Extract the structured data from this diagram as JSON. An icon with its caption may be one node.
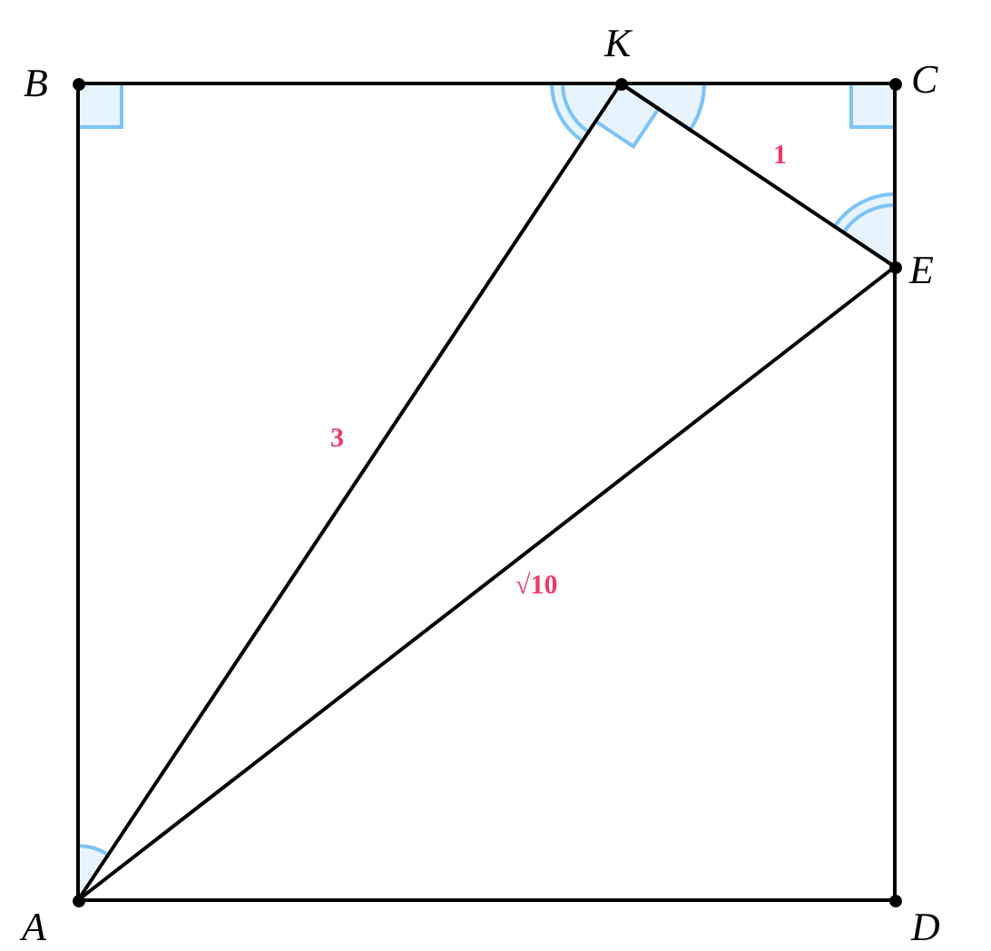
{
  "diagram": {
    "nodes": [
      {
        "text": [
          "B"
        ]
      },
      {
        "text": [
          "K"
        ]
      },
      {
        "text": [
          "C"
        ]
      },
      {
        "text": [
          "E"
        ]
      },
      {
        "text": [
          "A"
        ]
      },
      {
        "text": [
          "D"
        ]
      }
    ],
    "edges": [
      {
        "from": 0,
        "to": 1,
        "arrow": "none"
      },
      {
        "from": 1,
        "to": 2,
        "arrow": "none"
      },
      {
        "from": 2,
        "to": 3,
        "arrow": "none"
      },
      {
        "from": 3,
        "to": 5,
        "arrow": "none"
      },
      {
        "from": 5,
        "to": 4,
        "arrow": "none"
      },
      {
        "from": 4,
        "to": 0,
        "arrow": "none"
      },
      {
        "from": 4,
        "to": 1,
        "label": "3",
        "arrow": "none"
      },
      {
        "from": 1,
        "to": 3,
        "label": "1",
        "arrow": "none"
      },
      {
        "from": 4,
        "to": 3,
        "label": "√10",
        "arrow": "none"
      }
    ]
  }
}
